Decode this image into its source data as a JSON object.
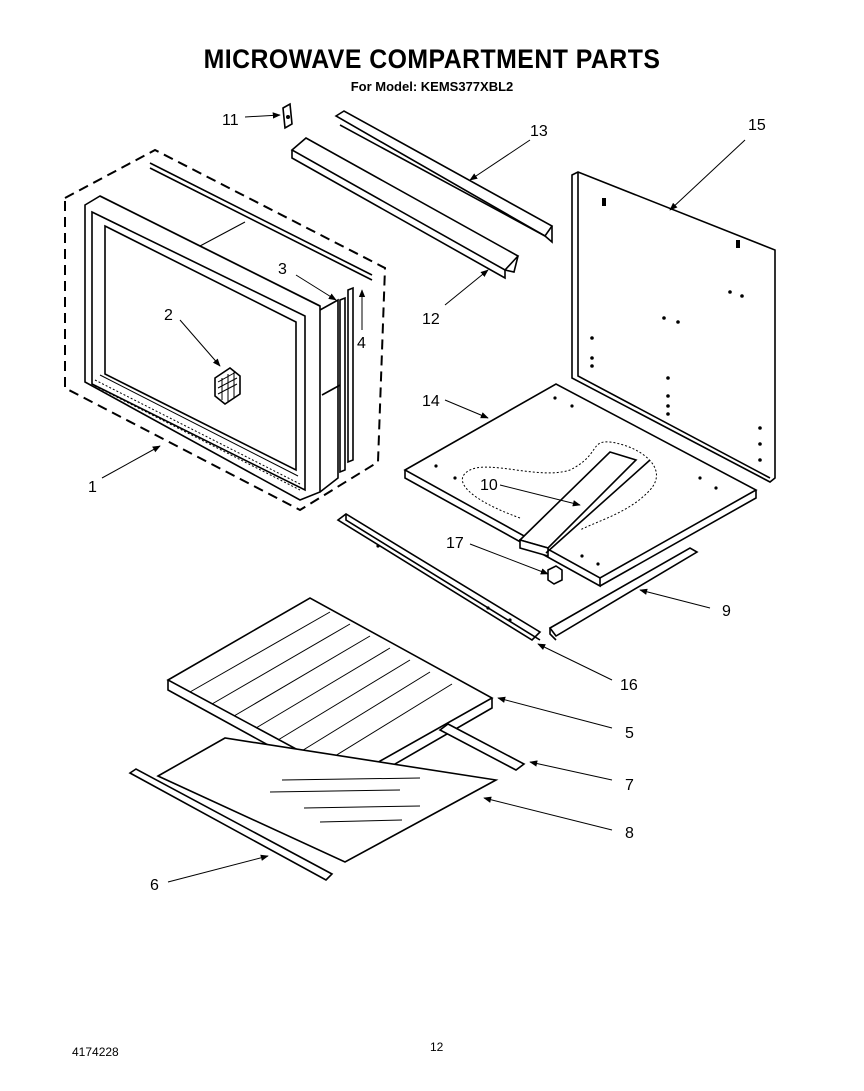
{
  "page": {
    "title": "MICROWAVE COMPARTMENT PARTS",
    "subtitle": "For Model: KEMS377XBL2",
    "footer_left": "4174228",
    "footer_page": "12"
  },
  "callouts": [
    "1",
    "2",
    "3",
    "4",
    "5",
    "6",
    "7",
    "8",
    "9",
    "10",
    "11",
    "12",
    "13",
    "14",
    "15",
    "16",
    "17"
  ]
}
